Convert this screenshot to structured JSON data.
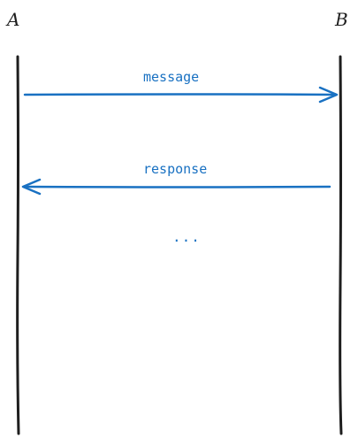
{
  "participants": [
    {
      "label": "A"
    },
    {
      "label": "B"
    }
  ],
  "messages": [
    {
      "label": "message",
      "from": "A",
      "to": "B"
    },
    {
      "label": "response",
      "from": "B",
      "to": "A"
    }
  ],
  "continuation": "...",
  "colors": {
    "lifeline": "#1e1e1e",
    "message": "#1971c2",
    "background": "#ffffff"
  }
}
